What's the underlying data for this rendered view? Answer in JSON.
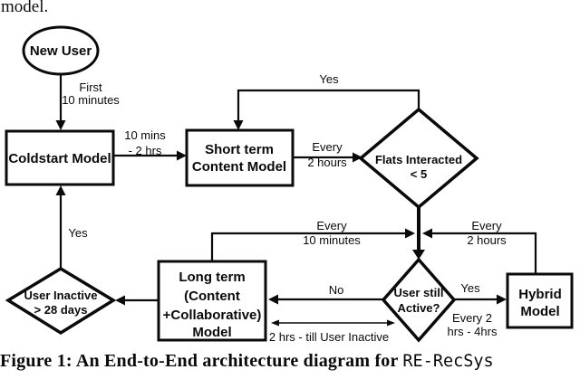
{
  "page": {
    "top_text": "model.",
    "caption": {
      "prefix": "Figure 1: An End-to-End architecture diagram for ",
      "code": "RE-RecSys"
    }
  },
  "diagram": {
    "colors": {
      "ink": "#0a0a0a",
      "paper": "#ffffff"
    },
    "nodes": {
      "new_user": {
        "shape": "ellipse",
        "lines": [
          "New User"
        ]
      },
      "coldstart_model": {
        "shape": "rect",
        "lines": [
          "Coldstart Model"
        ]
      },
      "short_term_content_model": {
        "shape": "rect",
        "lines": [
          "Short term",
          "Content Model"
        ]
      },
      "flats_interacted": {
        "shape": "diamond",
        "lines": [
          "Flats Interacted",
          "< 5"
        ]
      },
      "user_still_active": {
        "shape": "diamond",
        "lines": [
          "User still",
          "Active?"
        ]
      },
      "hybrid_model": {
        "shape": "rect",
        "lines": [
          "Hybrid",
          "Model"
        ]
      },
      "long_term_model": {
        "shape": "rect",
        "lines": [
          "Long term",
          "(Content",
          "+Collaborative)",
          "Model"
        ]
      },
      "user_inactive": {
        "shape": "diamond",
        "lines": [
          "User Inactive",
          "> 28 days"
        ]
      }
    },
    "edge_labels": {
      "new_user_to_coldstart": {
        "lines": [
          "First",
          "10 minutes"
        ]
      },
      "coldstart_to_short_term": {
        "lines": [
          "10 mins",
          "- 2 hrs"
        ]
      },
      "short_term_to_flats": {
        "lines": [
          "Every",
          "2 hours"
        ]
      },
      "flats_yes_loop": {
        "text": "Yes"
      },
      "long_term_to_junction": {
        "lines": [
          "Every",
          "10 minutes"
        ]
      },
      "hybrid_to_junction": {
        "lines": [
          "Every",
          "2 hours"
        ]
      },
      "active_to_hybrid": {
        "text": "Yes",
        "lines": [
          "Every 2",
          "hrs - 4hrs"
        ]
      },
      "active_to_long_term": {
        "text": "No"
      },
      "long_term_active_range": {
        "text": "2 hrs - till User Inactive"
      },
      "inactive_to_coldstart": {
        "text": "Yes"
      }
    }
  }
}
